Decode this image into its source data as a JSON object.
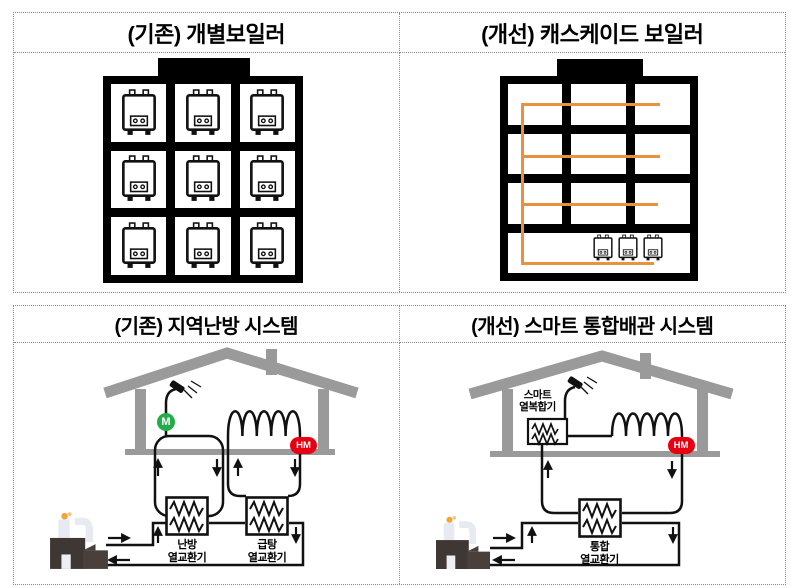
{
  "panel_boilers": {
    "title_left": "(기존) 개별보일러",
    "title_right": "(개선) 캐스케이드 보일러"
  },
  "panel_piping": {
    "title_left": "(기존) 지역난방 시스템",
    "title_right": "(개선) 스마트 통합배관 시스템"
  },
  "district_diagram": {
    "meter": "M",
    "heat_meter": "HM",
    "hx_heating": {
      "line1": "난방",
      "line2": "열교환기"
    },
    "hx_hot_water": {
      "line1": "급탕",
      "line2": "열교환기"
    }
  },
  "smart_diagram": {
    "unit": {
      "line1": "스마트",
      "line2": "열복합기"
    },
    "heat_meter": "HM",
    "hx_integrated": {
      "line1": "통합",
      "line2": "열교환기"
    }
  },
  "colors": {
    "pipe_orange": "#E8923E",
    "meter_green": "#22AC4A",
    "heat_meter_red": "#E60012",
    "house_gray": "#9A9A9A",
    "line_black": "#111111"
  }
}
